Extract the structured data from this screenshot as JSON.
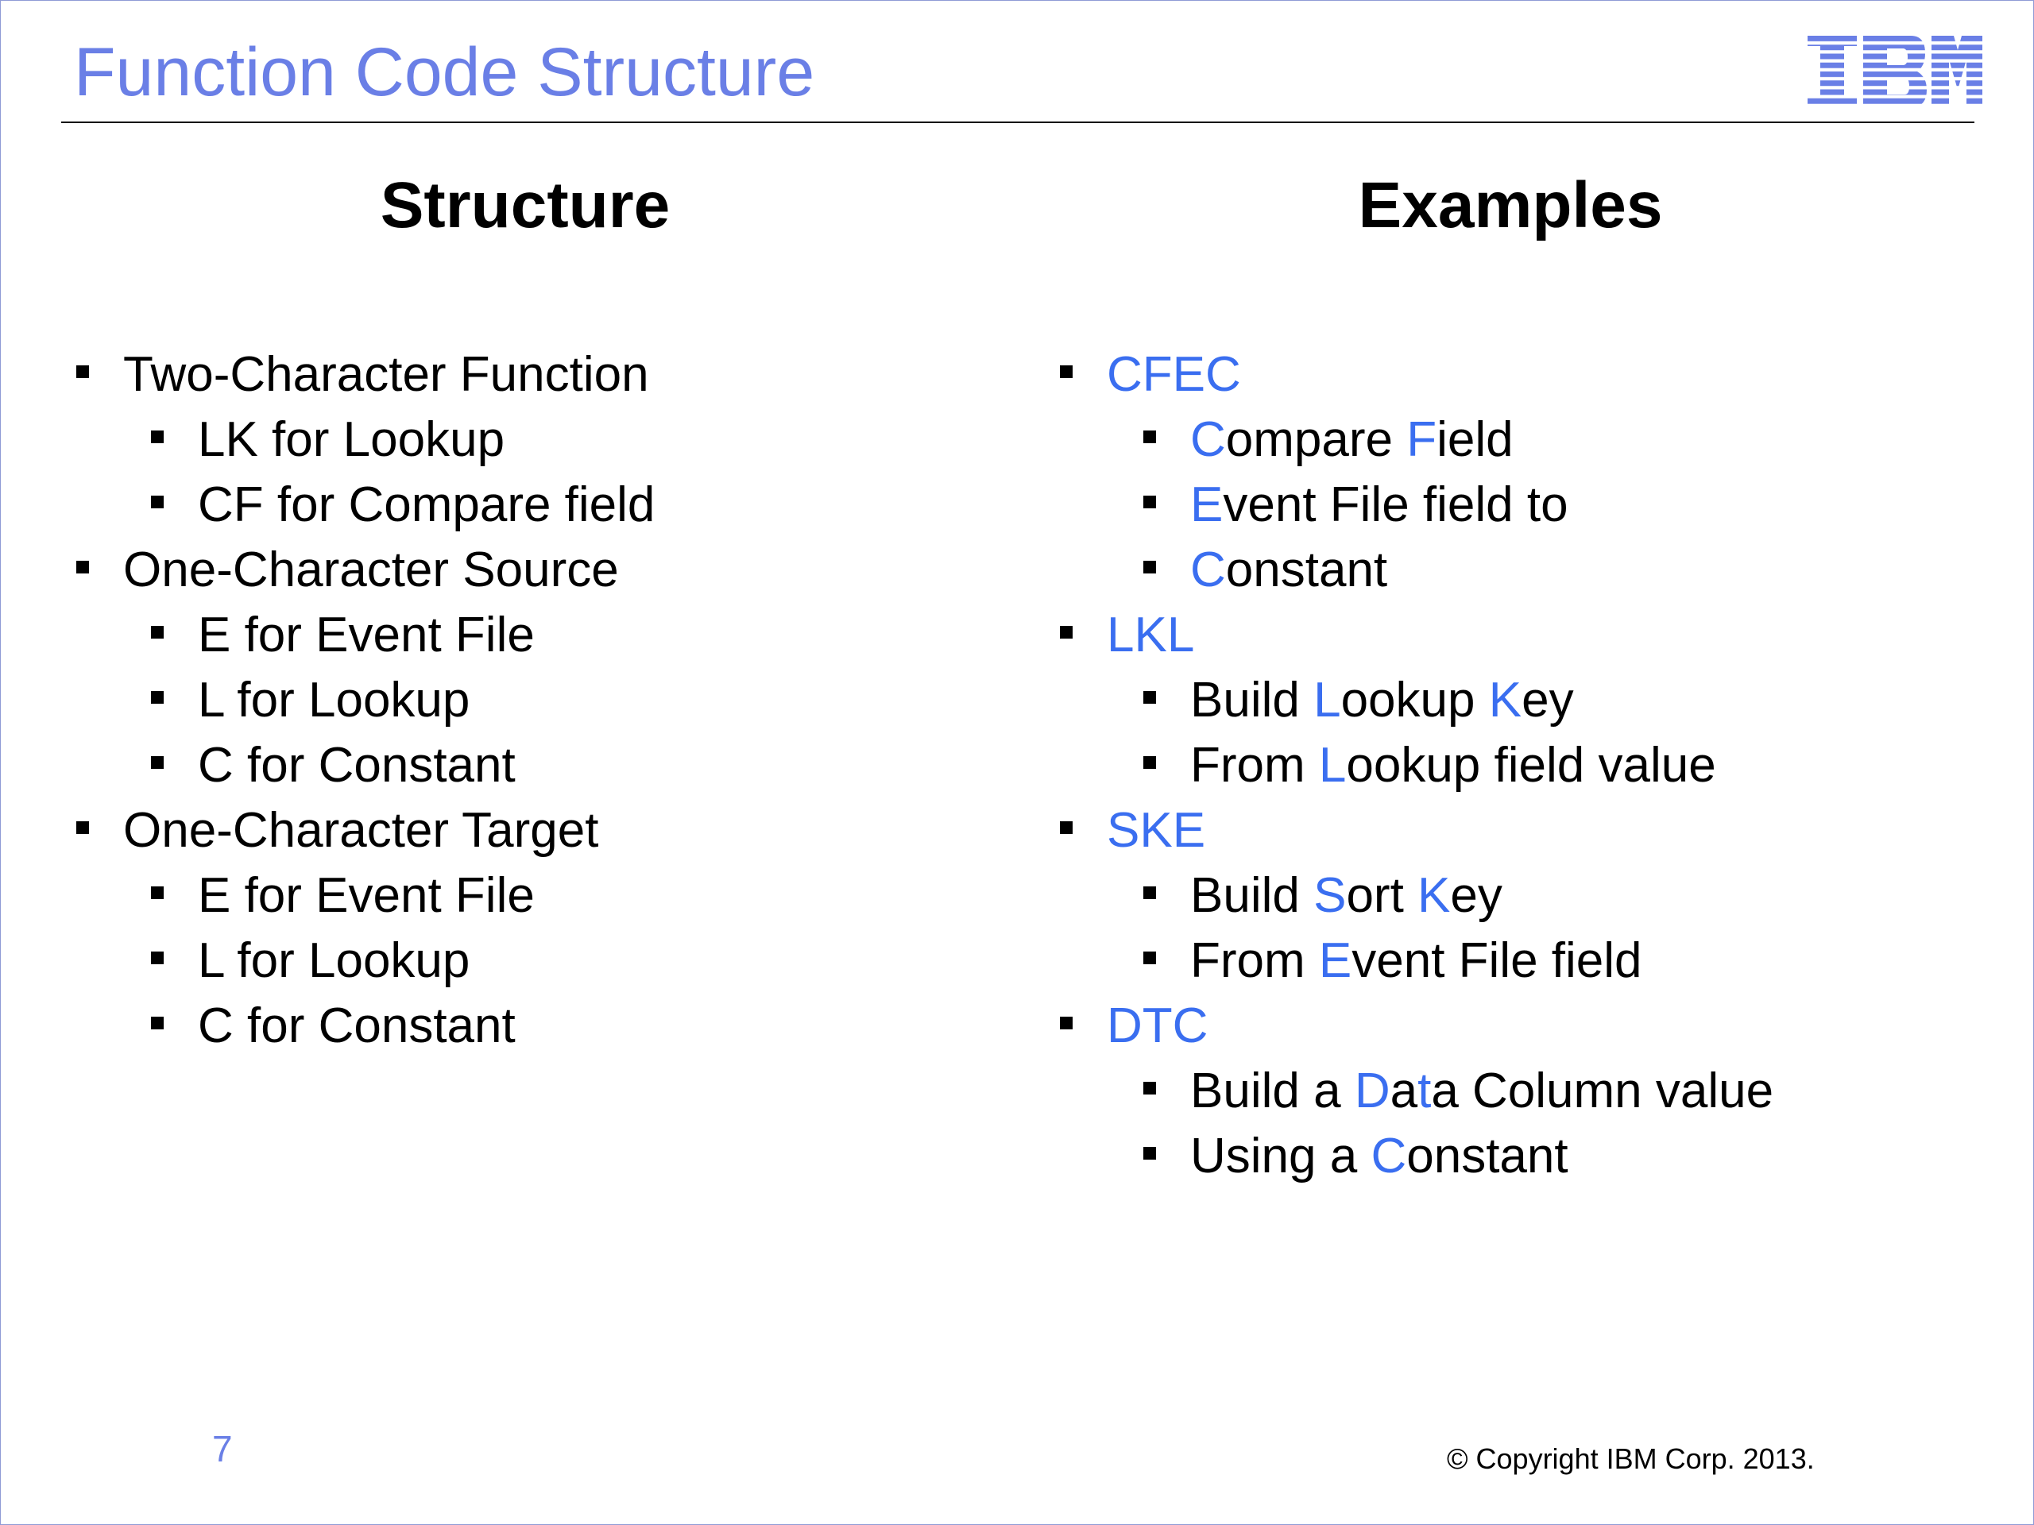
{
  "slide": {
    "title": "Function Code Structure",
    "logo_text": "IBM",
    "page_number": "7",
    "copyright": "© Copyright IBM Corp. 2013."
  },
  "structure": {
    "heading": "Structure",
    "items": [
      {
        "level": 1,
        "text": "Two-Character Function"
      },
      {
        "level": 2,
        "text": "LK for Lookup"
      },
      {
        "level": 2,
        "text": "CF for Compare field"
      },
      {
        "level": 1,
        "text": "One-Character Source"
      },
      {
        "level": 2,
        "text": "E for Event File"
      },
      {
        "level": 2,
        "text": "L for Lookup"
      },
      {
        "level": 2,
        "text": "C for Constant"
      },
      {
        "level": 1,
        "text": "One-Character Target"
      },
      {
        "level": 2,
        "text": "E for Event File"
      },
      {
        "level": 2,
        "text": "L for Lookup"
      },
      {
        "level": 2,
        "text": "C for Constant"
      }
    ]
  },
  "examples": {
    "heading": "Examples",
    "highlight_color": "#3a6ef0",
    "items": [
      {
        "level": 1,
        "code": true,
        "segments": [
          {
            "t": "CFEC",
            "hl": true
          }
        ]
      },
      {
        "level": 2,
        "segments": [
          {
            "t": "C",
            "hl": true
          },
          {
            "t": "ompare "
          },
          {
            "t": "F",
            "hl": true
          },
          {
            "t": "ield"
          }
        ]
      },
      {
        "level": 2,
        "segments": [
          {
            "t": "E",
            "hl": true
          },
          {
            "t": "vent File field to"
          }
        ]
      },
      {
        "level": 2,
        "segments": [
          {
            "t": "C",
            "hl": true
          },
          {
            "t": "onstant"
          }
        ]
      },
      {
        "level": 1,
        "code": true,
        "segments": [
          {
            "t": "LKL",
            "hl": true
          }
        ]
      },
      {
        "level": 2,
        "segments": [
          {
            "t": "Build "
          },
          {
            "t": "L",
            "hl": true
          },
          {
            "t": "ookup "
          },
          {
            "t": "K",
            "hl": true
          },
          {
            "t": "ey"
          }
        ]
      },
      {
        "level": 2,
        "segments": [
          {
            "t": "From "
          },
          {
            "t": "L",
            "hl": true
          },
          {
            "t": "ookup field value"
          }
        ]
      },
      {
        "level": 1,
        "code": true,
        "segments": [
          {
            "t": "SKE",
            "hl": true
          }
        ]
      },
      {
        "level": 2,
        "segments": [
          {
            "t": "Build "
          },
          {
            "t": "S",
            "hl": true
          },
          {
            "t": "ort "
          },
          {
            "t": "K",
            "hl": true
          },
          {
            "t": "ey"
          }
        ]
      },
      {
        "level": 2,
        "segments": [
          {
            "t": "From "
          },
          {
            "t": "E",
            "hl": true
          },
          {
            "t": "vent File field"
          }
        ]
      },
      {
        "level": 1,
        "code": true,
        "segments": [
          {
            "t": "DTC",
            "hl": true
          }
        ]
      },
      {
        "level": 2,
        "segments": [
          {
            "t": "Build a "
          },
          {
            "t": "D",
            "hl": true
          },
          {
            "t": "a"
          },
          {
            "t": "t",
            "hl": true
          },
          {
            "t": "a Column value"
          }
        ]
      },
      {
        "level": 2,
        "segments": [
          {
            "t": "Using a "
          },
          {
            "t": "C",
            "hl": true
          },
          {
            "t": "onstant"
          }
        ]
      }
    ]
  }
}
